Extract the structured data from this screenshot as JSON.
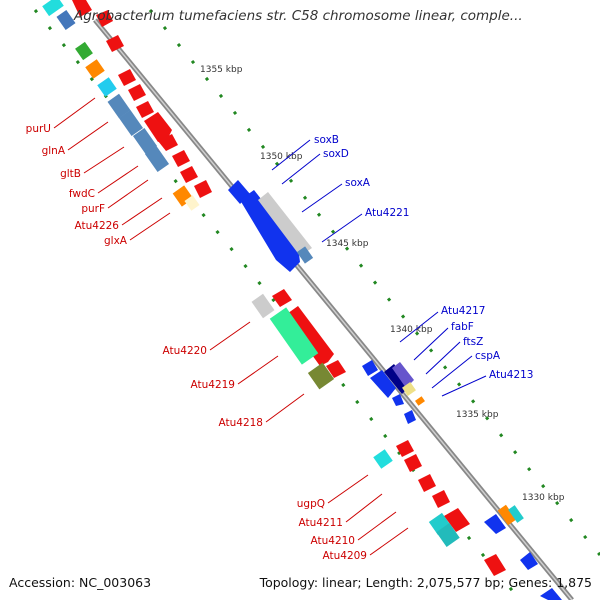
{
  "header": {
    "title": "Agrobacterium tumefaciens str. C58 chromosome linear, comple..."
  },
  "footer": {
    "accession": "Accession: NC_003063",
    "topology": "Topology: linear; Length: 2,075,577 bp; Genes: 1,875"
  },
  "colors": {
    "backbone": "#888888",
    "forward_gene": "#ee1111",
    "reverse_gene": "#1133ee",
    "left_label": "#cc0000",
    "right_label": "#0000cc",
    "scale_dash": "#228822"
  },
  "scale_labels": [
    "1355 kbp",
    "1350 kbp",
    "1345 kbp",
    "1340 kbp",
    "1335 kbp",
    "1330 kbp"
  ],
  "left_labels": [
    "purU",
    "glnA",
    "gltB",
    "fwdC",
    "purF",
    "Atu4226",
    "glxA",
    "Atu4220",
    "Atu4219",
    "Atu4218",
    "ugpQ",
    "Atu4211",
    "Atu4210",
    "Atu4209"
  ],
  "right_labels": [
    "soxB",
    "soxD",
    "soxA",
    "Atu4221",
    "Atu4217",
    "fabF",
    "ftsZ",
    "cspA",
    "Atu4213"
  ]
}
